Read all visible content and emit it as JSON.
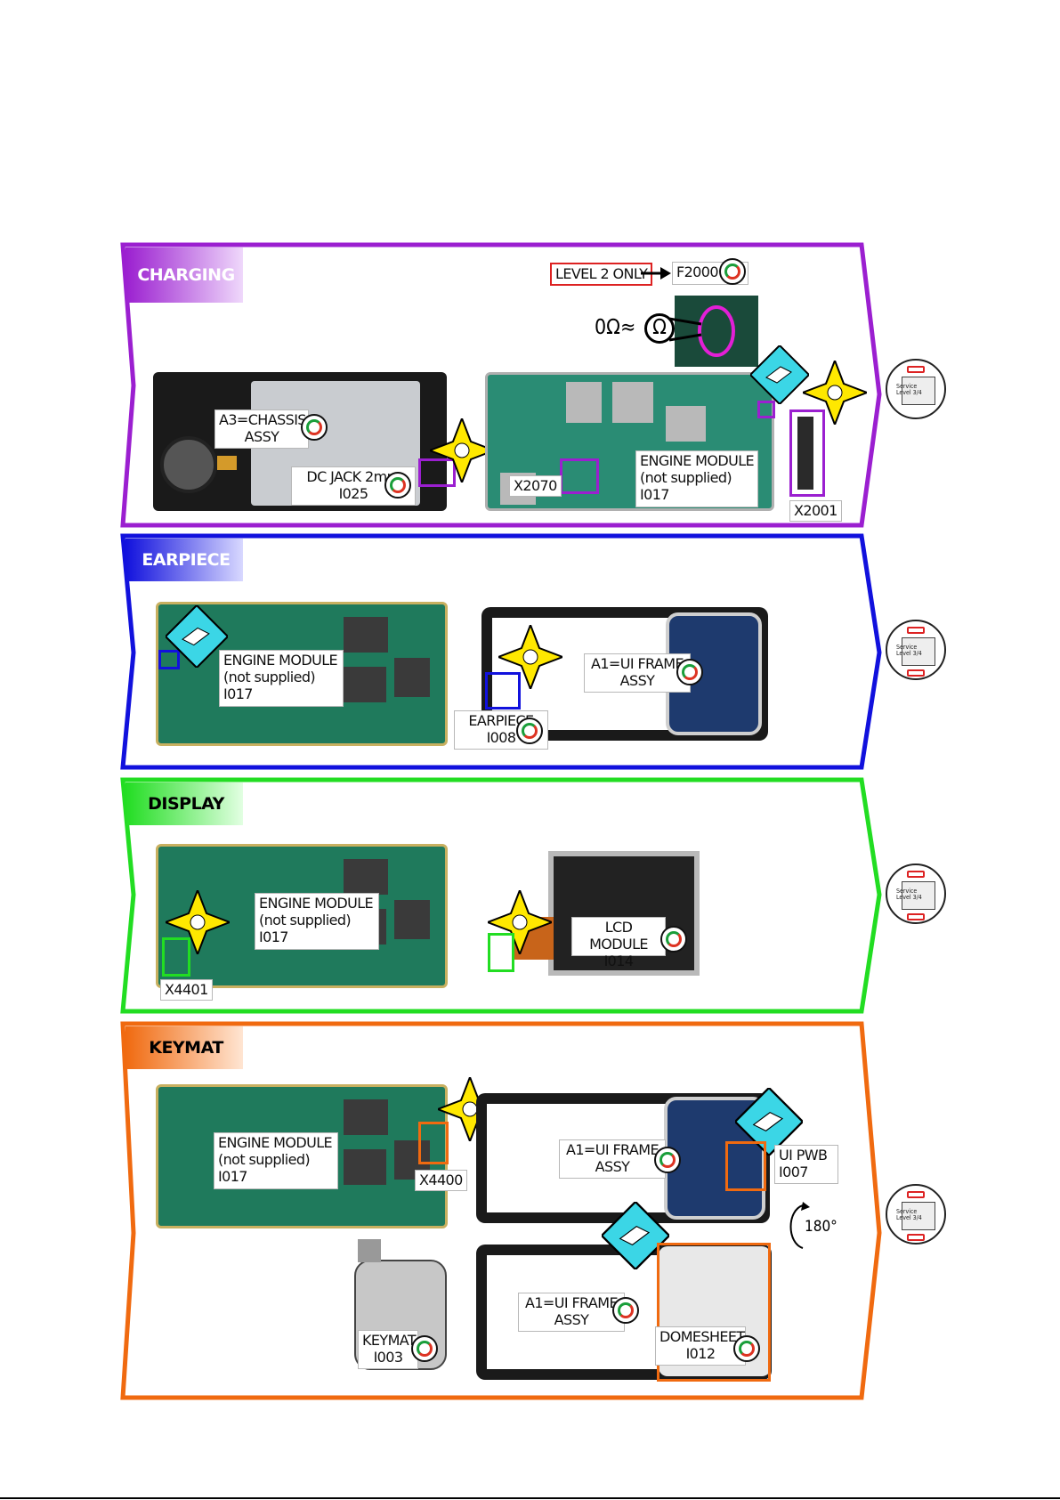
{
  "sections": {
    "charging": {
      "title": "CHARGING",
      "color": "#9b1fd0"
    },
    "earpiece": {
      "title": "EARPIECE",
      "color": "#1111dd"
    },
    "display": {
      "title": "DISPLAY",
      "color": "#22dd22"
    },
    "keymat": {
      "title": "KEYMAT",
      "color": "#f06a10"
    }
  },
  "charging": {
    "level_only": "LEVEL 2 ONLY",
    "f2000": "F2000",
    "ohm": "0Ω≈",
    "ohm_symbol": "Ω",
    "chassis": "A3=CHASSIS\nASSY",
    "dc_jack": "DC JACK 2mm\nI025",
    "x2070": "X2070",
    "engine": "ENGINE MODULE\n(not supplied)\nI017",
    "x2001": "X2001"
  },
  "earpiece": {
    "engine": "ENGINE MODULE\n(not supplied)\nI017",
    "ui_frame": "A1=UI FRAME\nASSY",
    "earpiece": "EARPIECE\nI008"
  },
  "display": {
    "engine": "ENGINE MODULE\n(not supplied)\nI017",
    "lcd": "LCD MODULE\nI014",
    "x4401": "X4401"
  },
  "keymat": {
    "engine": "ENGINE MODULE\n(not supplied)\nI017",
    "x4400": "X4400",
    "ui_frame_1": "A1=UI FRAME\nASSY",
    "ui_pwb": "UI PWB\nI007",
    "rotate": "180°",
    "ui_frame_2": "A1=UI FRAME\nASSY",
    "keymat": "KEYMAT\nI003",
    "domesheet": "DOMESHEET\nI012"
  },
  "service": {
    "text": "Service\nLevel 3/4"
  },
  "icons": [
    "recycle-icon",
    "esd-warning-icon",
    "hand-tool-icon",
    "service-box-icon",
    "rotate-icon"
  ]
}
